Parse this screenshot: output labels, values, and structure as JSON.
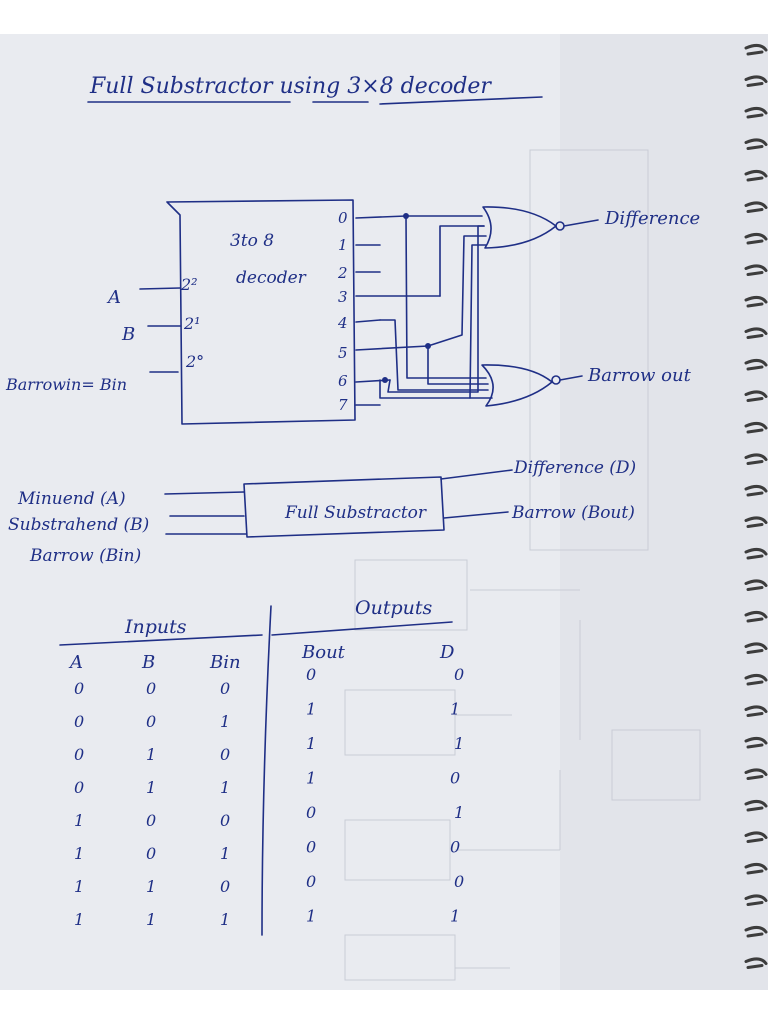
{
  "title": "Full Substractor using 3×8 decoder",
  "decoder": {
    "label_line1": "3to 8",
    "label_line2": "decoder",
    "input_labels": [
      "2²",
      "2¹",
      "2°"
    ],
    "output_labels": [
      "0",
      "1",
      "2",
      "3",
      "4",
      "5",
      "6",
      "7"
    ]
  },
  "signals": {
    "a": "A",
    "b": "B",
    "bin": "Barrowin= Bin"
  },
  "gate_outputs": {
    "difference": "Difference",
    "borrow_out": "Barrow out"
  },
  "block": {
    "label": "Full Substractor",
    "inputs": [
      "Minuend (A)",
      "Substrahend (B)",
      "Barrow (Bin)"
    ],
    "outputs": [
      "Difference (D)",
      "Barrow (Bout)"
    ]
  },
  "truth_table": {
    "group_inputs": "Inputs",
    "group_outputs": "Outputs",
    "headers": [
      "A",
      "B",
      "Bin",
      "Bout",
      "D"
    ],
    "rows": [
      [
        "0",
        "0",
        "0",
        "0",
        "0"
      ],
      [
        "0",
        "0",
        "1",
        "1",
        "1"
      ],
      [
        "0",
        "1",
        "0",
        "1",
        "1"
      ],
      [
        "0",
        "1",
        "1",
        "1",
        "0"
      ],
      [
        "1",
        "0",
        "0",
        "0",
        "1"
      ],
      [
        "1",
        "0",
        "1",
        "0",
        "0"
      ],
      [
        "1",
        "1",
        "0",
        "0",
        "0"
      ],
      [
        "1",
        "1",
        "1",
        "1",
        "1"
      ]
    ]
  },
  "colors": {
    "ink": "#1f2f86",
    "paper": "#e9ebf0",
    "spiral": "#3d3d3d"
  }
}
